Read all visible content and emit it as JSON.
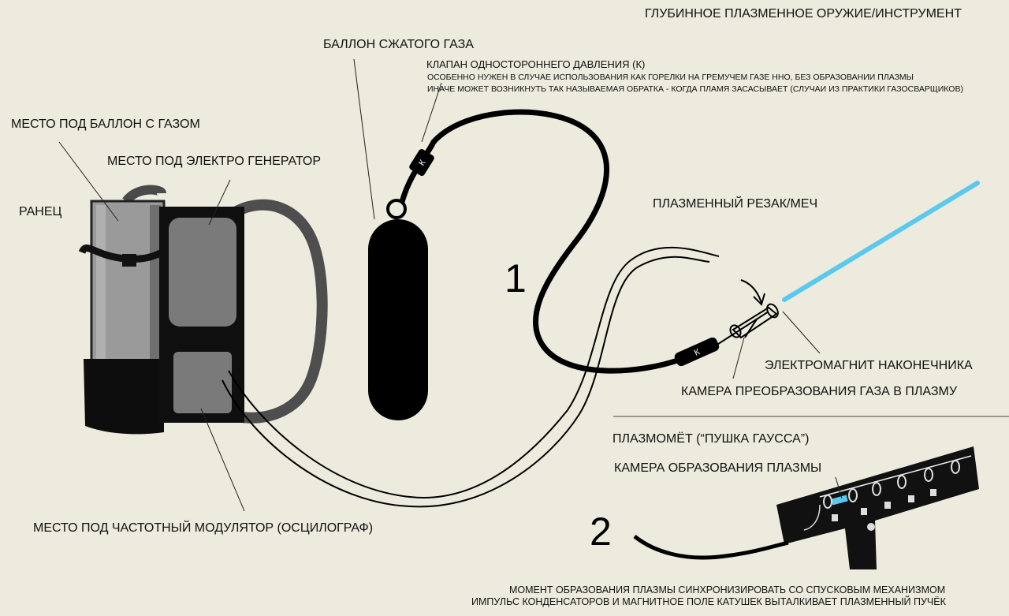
{
  "title": "ГЛУБИННОЕ ПЛАЗМЕННОЕ ОРУЖИЕ/ИНСТРУМЕНТ",
  "labels": {
    "gas_cylinder": "БАЛЛОН СЖАТОГО ГАЗА",
    "valve": "КЛАПАН ОДНОСТОРОННЕГО ДАВЛЕНИЯ (К)",
    "valve_note_1": "ОСОБЕННО НУЖЕН В СЛУЧАЕ ИСПОЛЬЗОВАНИЯ КАК ГОРЕЛКИ НА ГРЕМУЧЕМ ГАЗЕ ННО, БЕЗ ОБРАЗОВАНИИ  ПЛАЗМЫ",
    "valve_note_2": "ИНАЧЕ МОЖЕТ ВОЗНИКНУТЬ ТАК НАЗЫВАЕМАЯ ОБРАТКА - КОГДА ПЛАМЯ ЗАСАСЫВАЕТ (СЛУЧАИ ИЗ ПРАКТИКИ ГАЗОСВАРЩИКОВ)",
    "cylinder_place": "МЕСТО ПОД БАЛЛОН С ГАЗОМ",
    "generator_place": "МЕСТО ПОД ЭЛЕКТРО ГЕНЕРАТОР",
    "backpack": "РАНЕЦ",
    "plasma_cutter": "ПЛАЗМЕННЫЙ РЕЗАК/МЕЧ",
    "tip_magnet": "ЭЛЕКТРОМАГНИТ НАКОНЕЧНИКА",
    "conversion_chamber": "КАМЕРА ПРЕОБРАЗОВАНИЯ ГАЗА В ПЛАЗМУ",
    "modulator_place": "МЕСТО ПОД ЧАСТОТНЫЙ МОДУЛЯТОР (ОСЦИЛОГРАФ)",
    "plasma_gun": "ПЛАЗМОМЁТ (“ПУШКА ГАУССА”)",
    "formation_chamber": "КАМЕРА ОБРАЗОВАНИЯ ПЛАЗМЫ",
    "note_bottom_1": "МОМЕНТ ОБРАЗОВАНИЯ  ПЛАЗМЫ СИНХРОНИЗИРОВАТЬ СО СПУСКОВЫМ МЕХАНИЗМОМ",
    "note_bottom_2": "ИМПУЛЬС КОНДЕНСАТОРОВ И МАГНИТНОЕ ПОЛЕ КАТУШЕК ВЫТАЛКИВАЕТ ПЛАЗМЕННЫЙ ПУЧЁК",
    "valve_mark_1": "К",
    "valve_mark_2": "К",
    "number_1": "1",
    "number_2": "2"
  },
  "colors": {
    "background": "#ecebdd",
    "ink": "#000000",
    "panel_gray": "#7a7a7a",
    "plasma_beam": "#5bc8f0"
  }
}
